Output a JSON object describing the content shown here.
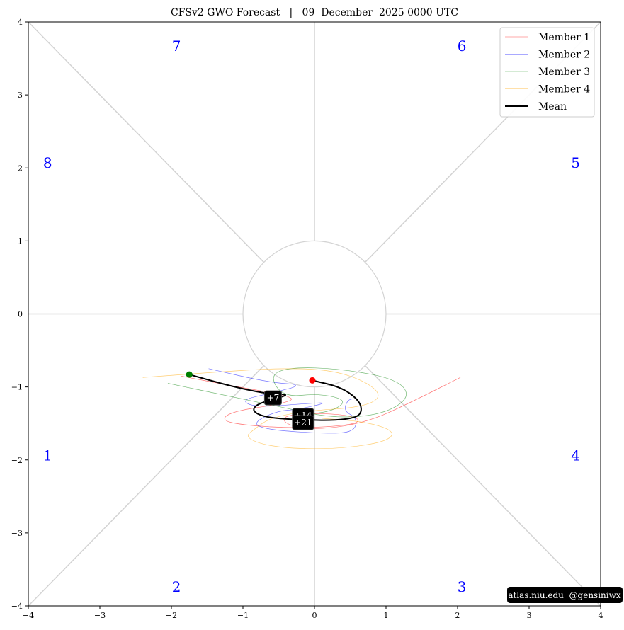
{
  "chart_data": {
    "type": "line",
    "title": "CFSv2 GWO Forecast   |   09  December  2025 0000 UTC",
    "xlim": [
      -4,
      4
    ],
    "ylim": [
      -4,
      4
    ],
    "xticks": [
      "−4",
      "−3",
      "−2",
      "−1",
      "0",
      "1",
      "2",
      "3",
      "4"
    ],
    "yticks": [
      "−4",
      "−3",
      "−2",
      "−1",
      "0",
      "1",
      "2",
      "3",
      "4"
    ],
    "xtick_values": [
      -4,
      -3,
      -2,
      -1,
      0,
      1,
      2,
      3,
      4
    ],
    "ytick_values": [
      -4,
      -3,
      -2,
      -1,
      0,
      1,
      2,
      3,
      4
    ],
    "phases": [
      {
        "label": "1",
        "x": -3.73,
        "y": -1.94
      },
      {
        "label": "2",
        "x": -1.93,
        "y": -3.74
      },
      {
        "label": "3",
        "x": 2.06,
        "y": -3.74
      },
      {
        "label": "4",
        "x": 3.65,
        "y": -1.94
      },
      {
        "label": "5",
        "x": 3.65,
        "y": 2.07
      },
      {
        "label": "6",
        "x": 2.06,
        "y": 3.67
      },
      {
        "label": "7",
        "x": -1.93,
        "y": 3.67
      },
      {
        "label": "8",
        "x": -3.73,
        "y": 2.07
      }
    ],
    "legend_position": "top-right",
    "series": [
      {
        "name": "Member 1",
        "color": "#ff0000",
        "x": [
          -1.87,
          -1.13,
          -0.24,
          -0.44,
          -1.13,
          -1.31,
          -1.03,
          -0.24,
          0.55,
          0.65,
          0.26,
          -0.44,
          -0.41,
          0.06,
          0.75,
          1.35,
          2.04
        ],
        "y": [
          -0.85,
          -0.99,
          -1.14,
          -1.23,
          -1.33,
          -1.45,
          -1.52,
          -1.57,
          -1.52,
          -1.43,
          -1.36,
          -1.38,
          -1.52,
          -1.59,
          -1.48,
          -1.21,
          -0.87
        ]
      },
      {
        "name": "Member 2",
        "color": "#0000ff",
        "x": [
          -1.48,
          -0.63,
          -0.14,
          -0.63,
          -1.03,
          -0.83,
          -0.14,
          0.21,
          -0.24,
          -0.53,
          -0.88,
          -0.63,
          0.16,
          0.55,
          0.6,
          0.41,
          0.46,
          0.55
        ],
        "y": [
          -0.75,
          -0.94,
          -0.97,
          -1.09,
          -1.18,
          -1.28,
          -1.23,
          -1.21,
          -1.31,
          -1.33,
          -1.5,
          -1.59,
          -1.64,
          -1.62,
          -1.43,
          -1.33,
          -1.18,
          -1.16
        ]
      },
      {
        "name": "Member 3",
        "color": "#008000",
        "x": [
          -2.05,
          -1.13,
          -0.44,
          0.26,
          0.95,
          1.35,
          1.15,
          0.36,
          -0.34,
          -0.63,
          -0.44,
          0.06,
          0.46,
          0.26,
          -0.14
        ],
        "y": [
          -0.95,
          -1.14,
          -1.28,
          -1.43,
          -1.38,
          -1.14,
          -0.89,
          -0.75,
          -0.73,
          -0.84,
          -1.14,
          -1.09,
          -1.18,
          -1.33,
          -1.38
        ]
      },
      {
        "name": "Member 4",
        "color": "#ffa500",
        "x": [
          -2.4,
          -1.43,
          -0.44,
          0.26,
          0.75,
          0.95,
          0.65,
          -0.14,
          -0.63,
          -0.83,
          -0.98,
          -0.63,
          0.16,
          0.95,
          1.15,
          0.75,
          0.11
        ],
        "y": [
          -0.87,
          -0.8,
          -0.74,
          -0.77,
          -0.94,
          -1.14,
          -1.28,
          -1.33,
          -1.43,
          -1.57,
          -1.69,
          -1.82,
          -1.86,
          -1.77,
          -1.62,
          -1.48,
          -1.43
        ]
      },
      {
        "name": "Mean",
        "color": "#000000",
        "x": [
          -1.75,
          -1.13,
          -0.63,
          -0.34,
          -0.58,
          -0.81,
          -0.87,
          -0.71,
          -0.39,
          -0.16,
          0.26,
          0.6,
          0.67,
          0.6,
          0.36,
          -0.03
        ],
        "y": [
          -0.83,
          -1.0,
          -1.1,
          -1.1,
          -1.17,
          -1.24,
          -1.33,
          -1.41,
          -1.44,
          -1.45,
          -1.46,
          -1.42,
          -1.31,
          -1.16,
          -1.0,
          -0.91
        ]
      }
    ],
    "start_point": {
      "x": -1.75,
      "y": -0.83,
      "color": "#008000"
    },
    "end_point": {
      "x": -0.03,
      "y": -0.91,
      "color": "#ff0000"
    },
    "day_labels": [
      {
        "text": "+7",
        "x": -0.58,
        "y": -1.15
      },
      {
        "text": "+14",
        "x": -0.16,
        "y": -1.39
      },
      {
        "text": "+21",
        "x": -0.16,
        "y": -1.49
      }
    ]
  },
  "credit": "atlas.niu.edu  @gensiniwx"
}
